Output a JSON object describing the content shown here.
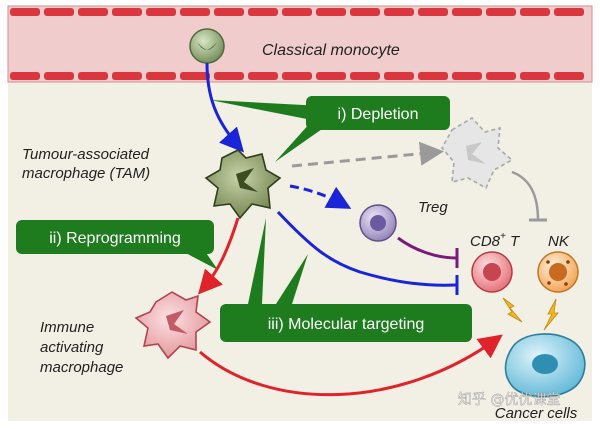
{
  "labels": {
    "classical_monocyte": "Classical monocyte",
    "tam_line1": "Tumour-associated",
    "tam_line2": "macrophage (TAM)",
    "treg": "Treg",
    "cd8_main": "CD8",
    "cd8_sup": "+",
    "cd8_t": " T",
    "nk": "NK",
    "immune_line1": "Immune",
    "immune_line2": "activating",
    "immune_line3": "macrophage",
    "cancer_cells": "Cancer cells"
  },
  "strategies": {
    "depletion": "i) Depletion",
    "reprogramming": "ii) Reprogramming",
    "molecular_targeting": "iii) Molecular targeting"
  },
  "watermark": "知乎 @优优课堂",
  "colors": {
    "vessel": "#f0cccc",
    "vessel_stroke": "#d98b8b",
    "endothelial": "#d9363e",
    "tissue": "#f2efe4",
    "callout": "#1e7b1e",
    "blue_arrow": "#1a24d8",
    "red_arrow": "#e0222a",
    "gray_arrow": "#9a9a9a",
    "purple_inhibit": "#7a1b7a"
  }
}
